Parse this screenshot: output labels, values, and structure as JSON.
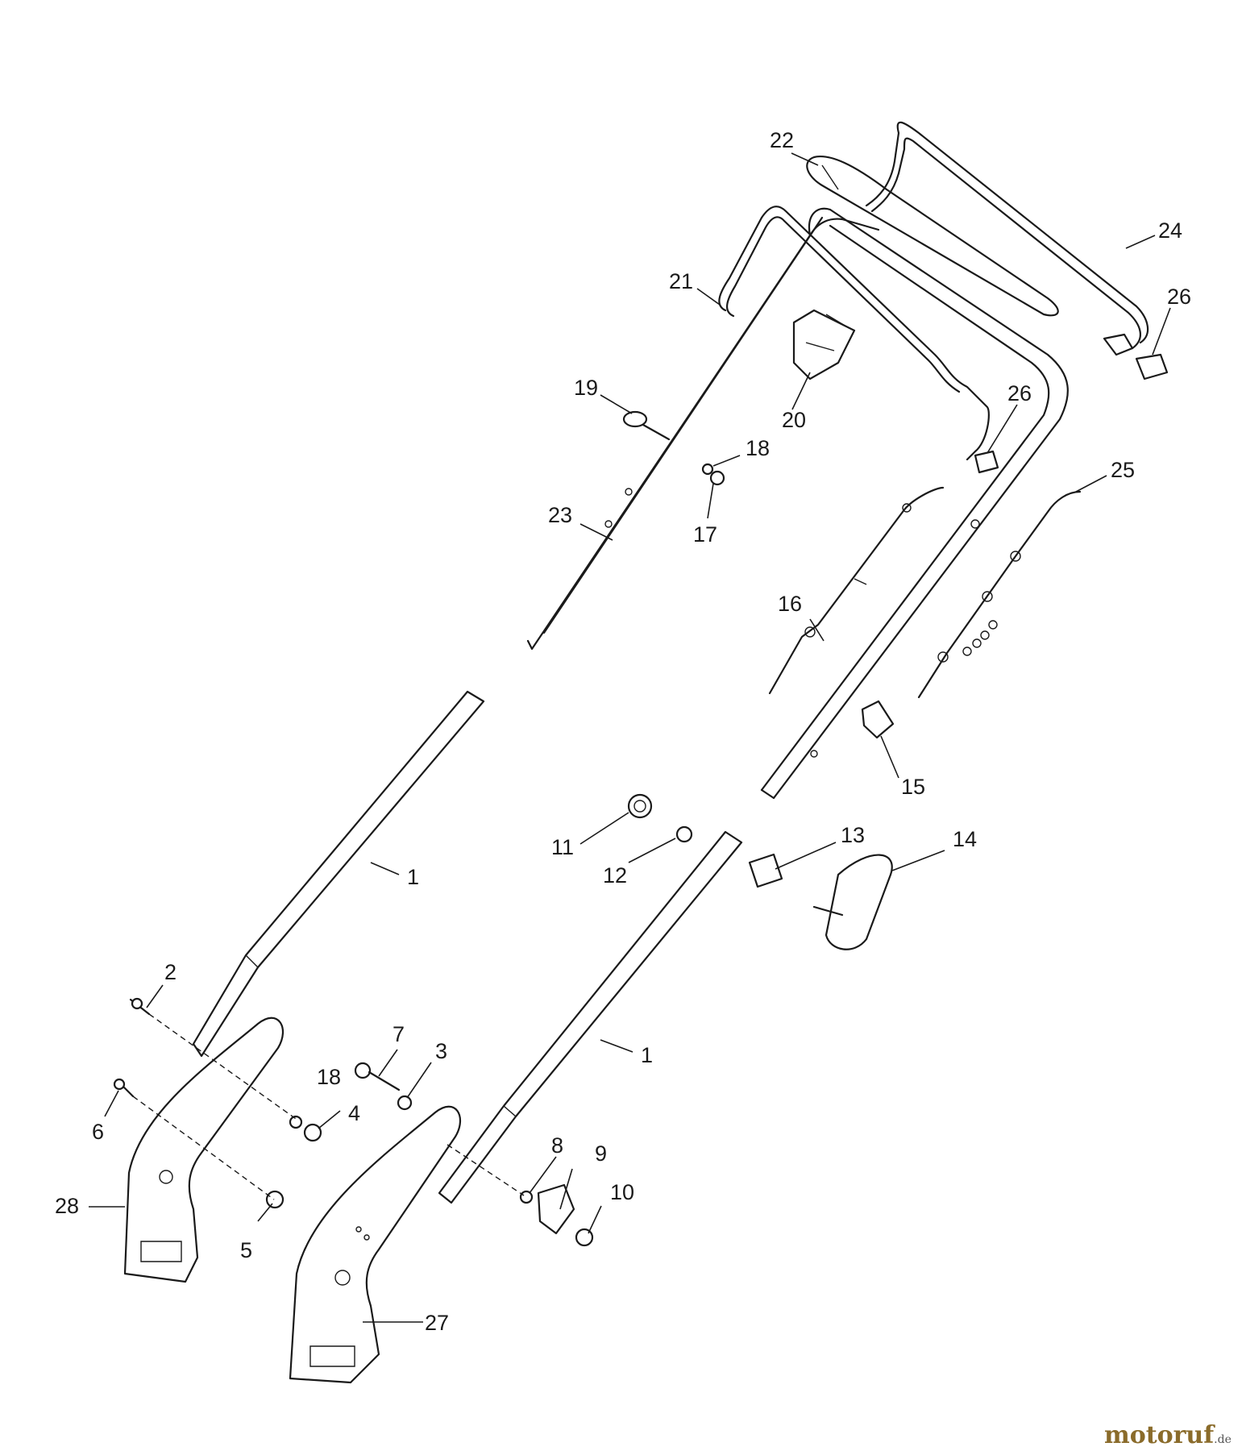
{
  "callouts": [
    {
      "id": "c1a",
      "label": "1"
    },
    {
      "id": "c1b",
      "label": "1"
    },
    {
      "id": "c2",
      "label": "2"
    },
    {
      "id": "c3",
      "label": "3"
    },
    {
      "id": "c4",
      "label": "4"
    },
    {
      "id": "c5",
      "label": "5"
    },
    {
      "id": "c6",
      "label": "6"
    },
    {
      "id": "c7",
      "label": "7"
    },
    {
      "id": "c8",
      "label": "8"
    },
    {
      "id": "c9",
      "label": "9"
    },
    {
      "id": "c10",
      "label": "10"
    },
    {
      "id": "c11",
      "label": "11"
    },
    {
      "id": "c12",
      "label": "12"
    },
    {
      "id": "c13",
      "label": "13"
    },
    {
      "id": "c14",
      "label": "14"
    },
    {
      "id": "c15",
      "label": "15"
    },
    {
      "id": "c16",
      "label": "16"
    },
    {
      "id": "c17",
      "label": "17"
    },
    {
      "id": "c18a",
      "label": "18"
    },
    {
      "id": "c18b",
      "label": "18"
    },
    {
      "id": "c19",
      "label": "19"
    },
    {
      "id": "c20",
      "label": "20"
    },
    {
      "id": "c21",
      "label": "21"
    },
    {
      "id": "c22",
      "label": "22"
    },
    {
      "id": "c23",
      "label": "23"
    },
    {
      "id": "c24",
      "label": "24"
    },
    {
      "id": "c25",
      "label": "25"
    },
    {
      "id": "c26a",
      "label": "26"
    },
    {
      "id": "c26b",
      "label": "26"
    },
    {
      "id": "c27",
      "label": "27"
    },
    {
      "id": "c28",
      "label": "28"
    }
  ],
  "watermark": {
    "brand": "motoruf",
    "tld": ".de",
    "brand_color": "#8a6b2a",
    "tld_color": "#555555"
  }
}
